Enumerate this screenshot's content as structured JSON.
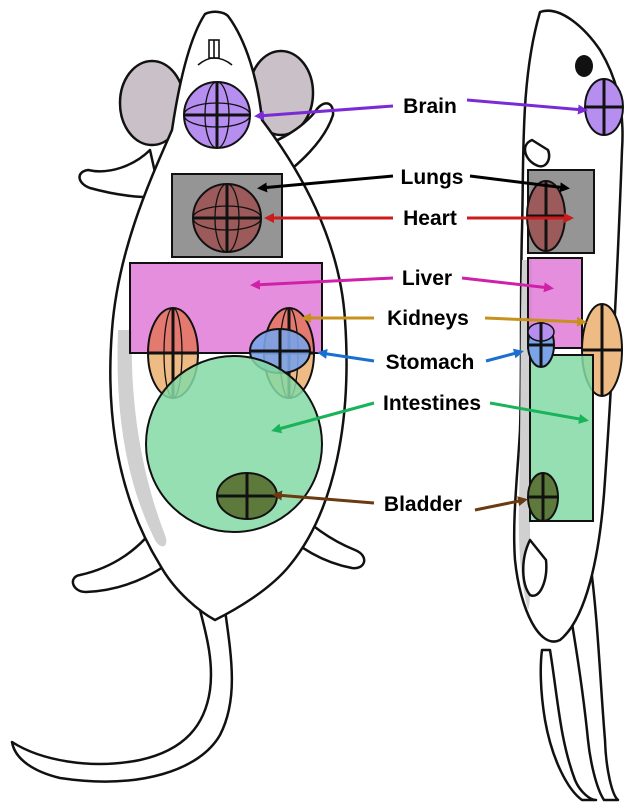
{
  "labels": {
    "brain": "Brain",
    "lungs": "Lungs",
    "heart": "Heart",
    "liver": "Liver",
    "kidneys": "Kidneys",
    "stomach": "Stomach",
    "intestines": "Intestines",
    "bladder": "Bladder"
  },
  "colors": {
    "brain": "#b58ef0",
    "lungs": "#7a7a7a",
    "heart": "#9c5a5a",
    "liver": "#e07ad8",
    "kidneys_top": "#e3796f",
    "kidneys_bottom": "#efbb85",
    "stomach": "#7aa3e8",
    "intestines": "#84d9a4",
    "bladder": "#5d7a3c",
    "arrow_brain": "#7a2bd6",
    "arrow_lungs": "#000000",
    "arrow_heart": "#cc1b1b",
    "arrow_liver": "#d020a8",
    "arrow_kidneys": "#c8901c",
    "arrow_stomach": "#1a6fd0",
    "arrow_intestines": "#19b35a",
    "arrow_bladder": "#6b3a10",
    "ear": "#c9c0c8"
  }
}
